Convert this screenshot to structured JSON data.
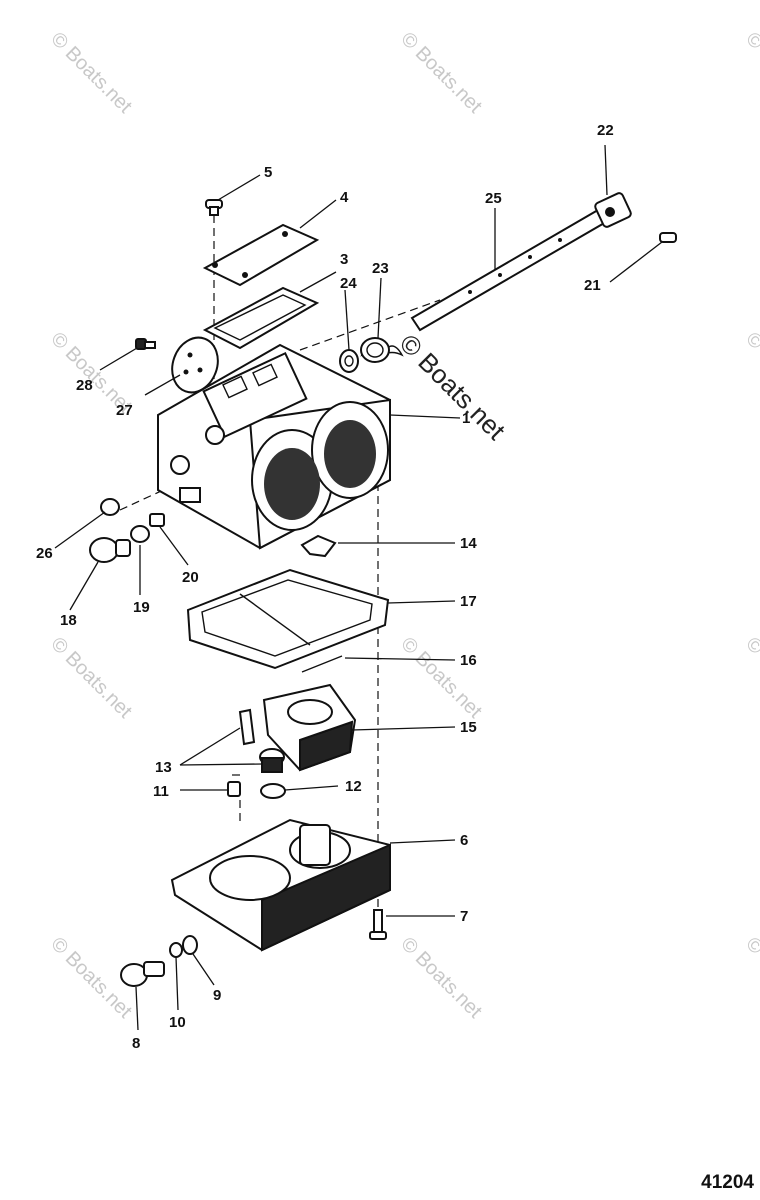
{
  "watermark": {
    "text": "© Boats.net"
  },
  "figure_number": "41204",
  "callouts": [
    {
      "id": "c1",
      "label": "1"
    },
    {
      "id": "c3",
      "label": "3"
    },
    {
      "id": "c4",
      "label": "4"
    },
    {
      "id": "c5",
      "label": "5"
    },
    {
      "id": "c6",
      "label": "6"
    },
    {
      "id": "c7",
      "label": "7"
    },
    {
      "id": "c8",
      "label": "8"
    },
    {
      "id": "c9",
      "label": "9"
    },
    {
      "id": "c10",
      "label": "10"
    },
    {
      "id": "c11",
      "label": "11"
    },
    {
      "id": "c12",
      "label": "12"
    },
    {
      "id": "c13",
      "label": "13"
    },
    {
      "id": "c14",
      "label": "14"
    },
    {
      "id": "c15",
      "label": "15"
    },
    {
      "id": "c16",
      "label": "16"
    },
    {
      "id": "c17",
      "label": "17"
    },
    {
      "id": "c18",
      "label": "18"
    },
    {
      "id": "c19",
      "label": "19"
    },
    {
      "id": "c20",
      "label": "20"
    },
    {
      "id": "c21",
      "label": "21"
    },
    {
      "id": "c22",
      "label": "22"
    },
    {
      "id": "c23",
      "label": "23"
    },
    {
      "id": "c24",
      "label": "24"
    },
    {
      "id": "c25",
      "label": "25"
    },
    {
      "id": "c26",
      "label": "26"
    },
    {
      "id": "c27",
      "label": "27"
    },
    {
      "id": "c28",
      "label": "28"
    }
  ]
}
